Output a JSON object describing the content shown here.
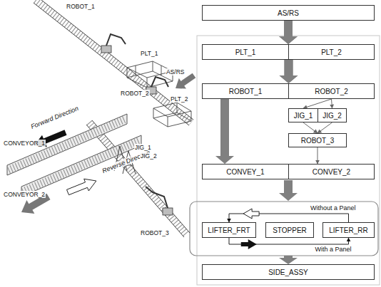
{
  "diagram": {
    "nodes": [
      {
        "text": [
          "AS/RS"
        ]
      },
      {
        "text": [
          "PLT_1"
        ]
      },
      {
        "text": [
          "PLT_2"
        ]
      },
      {
        "text": [
          "ROBOT_1"
        ]
      },
      {
        "text": [
          "ROBOT_2"
        ]
      },
      {
        "text": [
          "JIG_1"
        ]
      },
      {
        "text": [
          "JIG_2"
        ]
      },
      {
        "text": [
          "ROBOT_3"
        ]
      },
      {
        "text": [
          "CONVEY_1"
        ]
      },
      {
        "text": [
          "CONVEY_2"
        ]
      },
      {
        "text": [
          "LIFTER_FRT"
        ]
      },
      {
        "text": [
          "STOPPER"
        ]
      },
      {
        "text": [
          "LIFTER_RR"
        ]
      },
      {
        "text": [
          "SIDE_ASSY"
        ]
      }
    ],
    "edges": [
      {
        "from": 0,
        "to": 1,
        "arrow": "to"
      },
      {
        "from": 0,
        "to": 2,
        "arrow": "to"
      },
      {
        "from": 1,
        "to": 3,
        "arrow": "to"
      },
      {
        "from": 2,
        "to": 4,
        "arrow": "to"
      },
      {
        "from": 3,
        "to": 8,
        "arrow": "to"
      },
      {
        "from": 4,
        "to": 5,
        "arrow": "to"
      },
      {
        "from": 4,
        "to": 6,
        "arrow": "to"
      },
      {
        "from": 5,
        "to": 7,
        "arrow": "to"
      },
      {
        "from": 6,
        "to": 7,
        "arrow": "to"
      },
      {
        "from": 7,
        "to": 9,
        "arrow": "to"
      },
      {
        "from": 12,
        "to": 10,
        "arrow": "to",
        "label": "Without a Panel"
      },
      {
        "from": 10,
        "to": 12,
        "arrow": "to",
        "label": "With a Panel"
      }
    ],
    "labels": [
      "ROBOT_1",
      "PLT_1",
      "AS/RS",
      "ROBOT_2",
      "PLT_2",
      "Forward Direction",
      "CONVEYOR_1",
      "Reverse Direction",
      "CONVEYOR_2",
      "JIG_1",
      "JIG_2",
      "ROBOT_3"
    ]
  }
}
